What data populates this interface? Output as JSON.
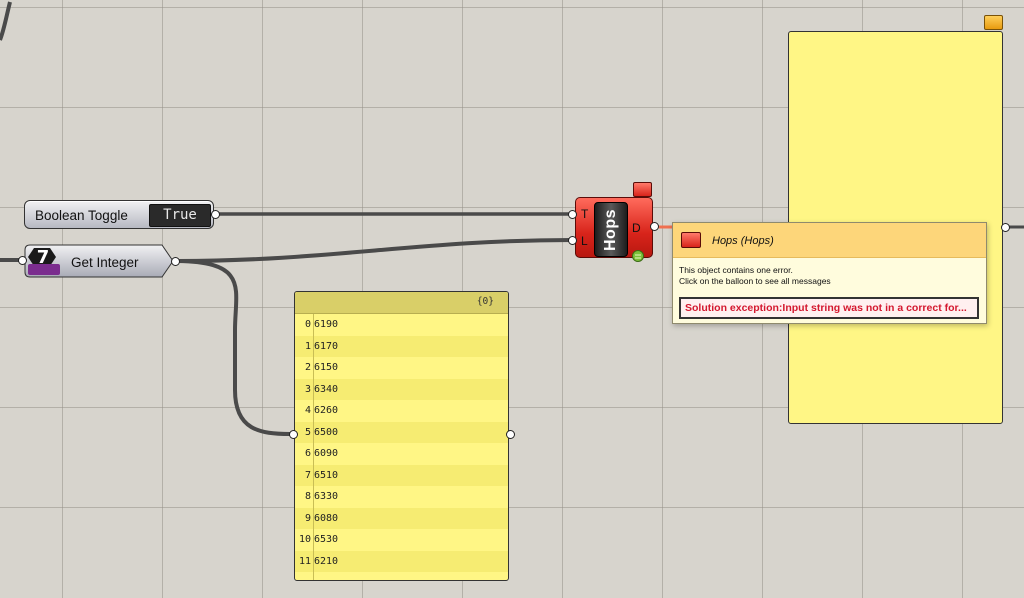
{
  "boolean_toggle": {
    "label": "Boolean Toggle",
    "value": "True"
  },
  "get_integer": {
    "label": "Get Integer",
    "badge_number": "7"
  },
  "hops": {
    "name": "Hops",
    "inputs": [
      "T",
      "L"
    ],
    "output": "D"
  },
  "panel": {
    "path": "{0}",
    "rows": [
      {
        "index": "0",
        "value": "6190"
      },
      {
        "index": "1",
        "value": "6170"
      },
      {
        "index": "2",
        "value": "6150"
      },
      {
        "index": "3",
        "value": "6340"
      },
      {
        "index": "4",
        "value": "6260"
      },
      {
        "index": "5",
        "value": "6500"
      },
      {
        "index": "6",
        "value": "6090"
      },
      {
        "index": "7",
        "value": "6510"
      },
      {
        "index": "8",
        "value": "6330"
      },
      {
        "index": "9",
        "value": "6080"
      },
      {
        "index": "10",
        "value": "6530"
      },
      {
        "index": "11",
        "value": "6210"
      }
    ]
  },
  "tooltip": {
    "title": "Hops (Hops)",
    "line1": "This object contains one error.",
    "line2": "Click on the balloon to see all messages",
    "error": "Solution exception:Input string was not in a correct for..."
  },
  "colors": {
    "canvas": "#d7d4cd",
    "panel_yellow": "#fff685",
    "hops_red": "#d8241b",
    "error_text": "#d4182f",
    "tooltip_header": "#fdd67a"
  }
}
